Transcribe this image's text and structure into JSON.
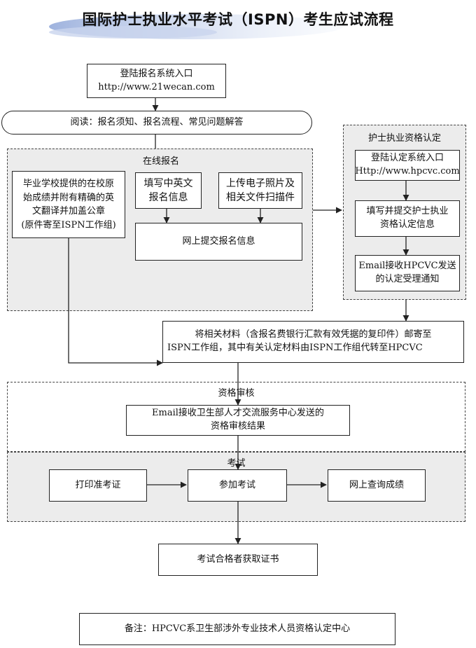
{
  "title": "国际护士执业水平考试（ISPN）考生应试流程",
  "nodes": {
    "login_system": [
      "登陆报名系统入口",
      "http://www.21wecan.com"
    ],
    "read": "阅读：报名须知、报名流程、常见问题解答",
    "online_group": "在线报名",
    "transcript": [
      "毕业学校提供的在校原",
      "始成绩并附有精确的英",
      "文翻译并加盖公章",
      "(原件寄至ISPN工作组)"
    ],
    "fill_info": [
      "填写中英文",
      "报名信息"
    ],
    "upload": [
      "上传电子照片及",
      "相关文件扫描件"
    ],
    "submit_online": "网上提交报名信息",
    "cert_group": "护士执业资格认定",
    "cert_login": [
      "登陆认定系统入口",
      "Http://www.hpcvc.com"
    ],
    "cert_submit": [
      "填写并提交护士执业",
      "资格认定信息"
    ],
    "cert_email": [
      "Email接收HPCVC发送",
      "的认定受理通知"
    ],
    "mail_materials": [
      "将相关材料（含报名费银行汇款有效凭据的复印件）邮寄至",
      "ISPN工作组，其中有关认定材料由ISPN工作组代转至HPCVC"
    ],
    "review_group": "资格审核",
    "review_email": [
      "Email接收卫生部人才交流服务中心发送的",
      "资格审核结果"
    ],
    "exam_group": "考试",
    "print_ticket": "打印准考证",
    "take_exam": "参加考试",
    "query_score": "网上查询成绩",
    "certificate": "考试合格者获取证书",
    "note": "备注：HPCVC系卫生部涉外专业技术人员资格认定中心"
  },
  "colors": {
    "banner": "#9fb3de",
    "group_fill": "#ececec",
    "line": "#222222"
  }
}
